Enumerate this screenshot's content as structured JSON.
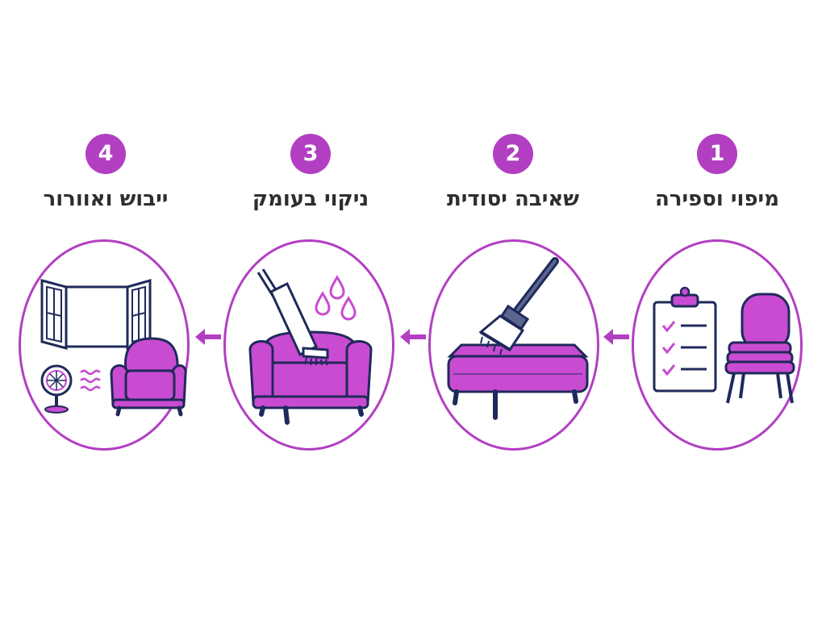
{
  "colors": {
    "accent": "#b23fc2",
    "accent_light": "#c94bd2",
    "ink": "#1f2a5a",
    "text": "#2e2e2e"
  },
  "steps": [
    {
      "number": "1",
      "title": "מיפוי וספירה",
      "icons": [
        "clipboard-checklist-icon",
        "stacked-chairs-icon"
      ]
    },
    {
      "number": "2",
      "title": "שאיבה יסודית",
      "icons": [
        "ottoman-icon",
        "vacuum-nozzle-icon"
      ]
    },
    {
      "number": "3",
      "title": "ניקוי בעומק",
      "icons": [
        "armchair-icon",
        "cleaning-wand-icon",
        "water-drops-icon"
      ]
    },
    {
      "number": "4",
      "title": "ייבוש ואוורור",
      "icons": [
        "open-window-icon",
        "fan-icon",
        "airflow-icon",
        "armchair-icon"
      ]
    }
  ],
  "flow_direction": "right-to-left"
}
